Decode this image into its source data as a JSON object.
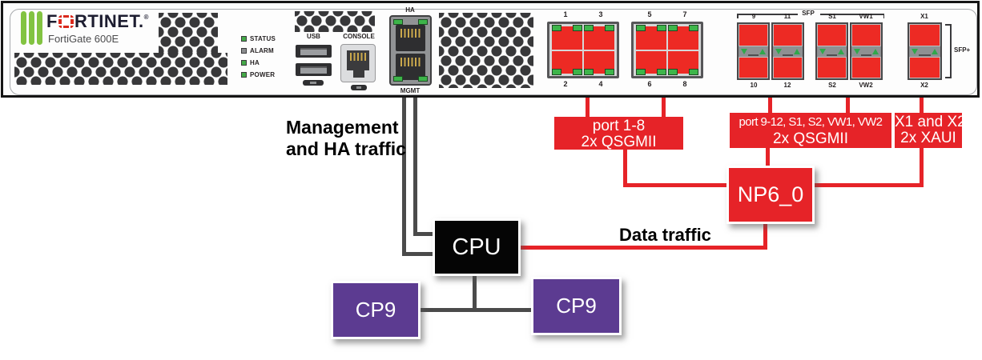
{
  "panel": {
    "brand_f": "F",
    "brand_rest": "RTINET",
    "brand_dot": ".",
    "reg_mark": "®",
    "model": "FortiGate 600E",
    "leds": [
      "STATUS",
      "ALARM",
      "HA",
      "POWER"
    ],
    "usb_label": "USB",
    "console_label": "CONSOLE",
    "ha_label": "HA",
    "mgmt_label": "MGMT",
    "rj45_labels_top": [
      "1",
      "3",
      "5",
      "7"
    ],
    "rj45_labels_bottom": [
      "2",
      "4",
      "6",
      "8"
    ],
    "sfp_group_label": "SFP",
    "sfp_labels_top": [
      "9",
      "11",
      "S1",
      "VW1"
    ],
    "sfp_labels_bottom": [
      "10",
      "12",
      "S2",
      "VW2"
    ],
    "sfpp_label_top": "X1",
    "sfpp_label_bottom": "X2",
    "sfpp_group_label": "SFP+"
  },
  "diagram": {
    "mgmt_traffic_line1": "Management",
    "mgmt_traffic_line2": "and HA traffic",
    "data_traffic_label": "Data traffic",
    "box_ports18_line1": "port 1-8",
    "box_ports18_line2": "2x QSGMII",
    "box_ports912_line1": "port 9-12, S1, S2, VW1, VW2",
    "box_ports912_line2": "2x QSGMII",
    "box_x1x2_line1": "X1 and X2",
    "box_x1x2_line2": "2x XAUI",
    "np6_label": "NP6_0",
    "cpu_label": "CPU",
    "cp9_left_label": "CP9",
    "cp9_right_label": "CP9"
  },
  "colors": {
    "fortinet_red": "#e62328",
    "port_red": "#ed2a24",
    "purple": "#5c3b91",
    "line_gray": "#4b4b4b",
    "led_green": "#3db54a",
    "logo_green": "#82c341"
  }
}
